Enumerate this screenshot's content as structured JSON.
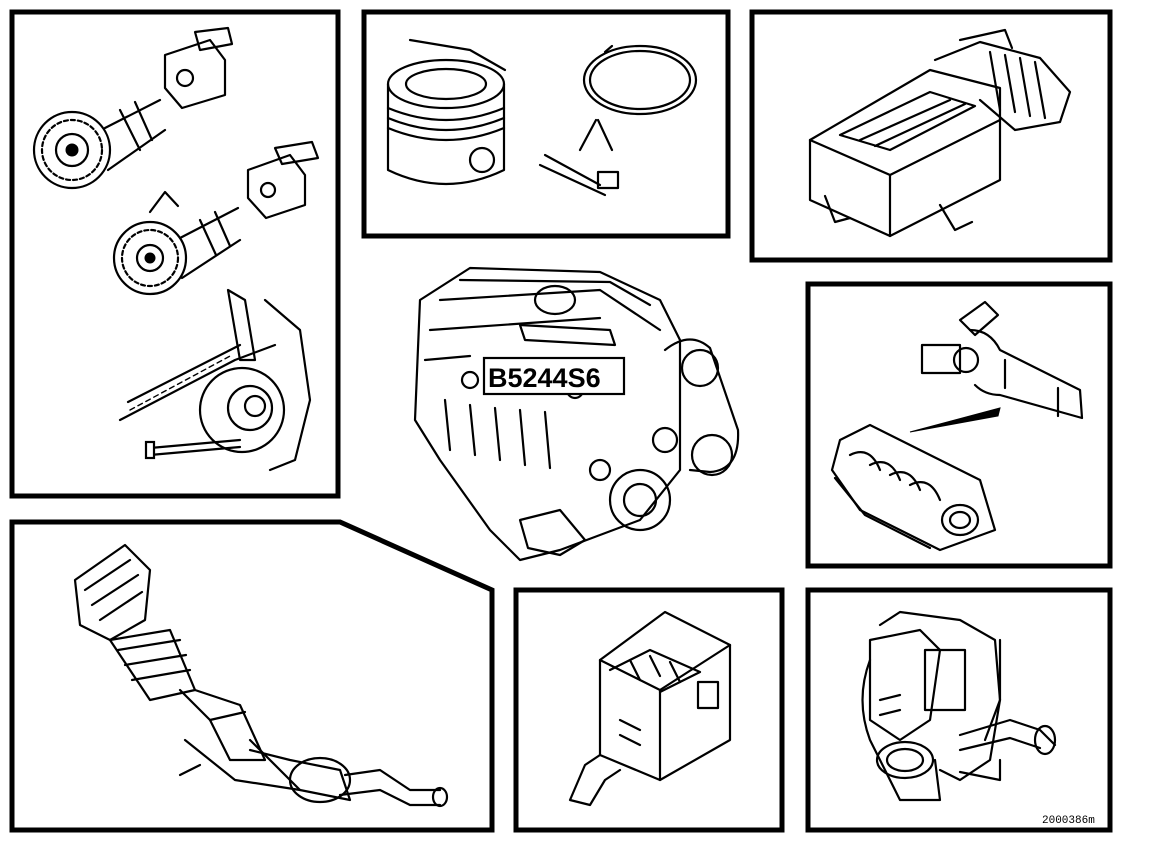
{
  "engine": {
    "label": "B5244S6"
  },
  "figure": {
    "reference_code": "2000386m"
  },
  "panels": [
    {
      "id": "camshaft-timing",
      "icon": "camshaft-gears-and-timing-belt-icon"
    },
    {
      "id": "piston",
      "icon": "piston-and-ring-icon"
    },
    {
      "id": "air-cleaner",
      "icon": "air-cleaner-box-icon"
    },
    {
      "id": "engine-center",
      "icon": "engine-block-icon"
    },
    {
      "id": "intake-manifold",
      "icon": "intake-manifold-and-sensor-icon"
    },
    {
      "id": "exhaust",
      "icon": "exhaust-manifold-and-catalytic-converter-icon"
    },
    {
      "id": "control-module",
      "icon": "engine-control-module-icon"
    },
    {
      "id": "intake-housing",
      "icon": "intake-air-housing-icon"
    }
  ],
  "colors": {
    "line": "#000000",
    "background": "#ffffff"
  }
}
